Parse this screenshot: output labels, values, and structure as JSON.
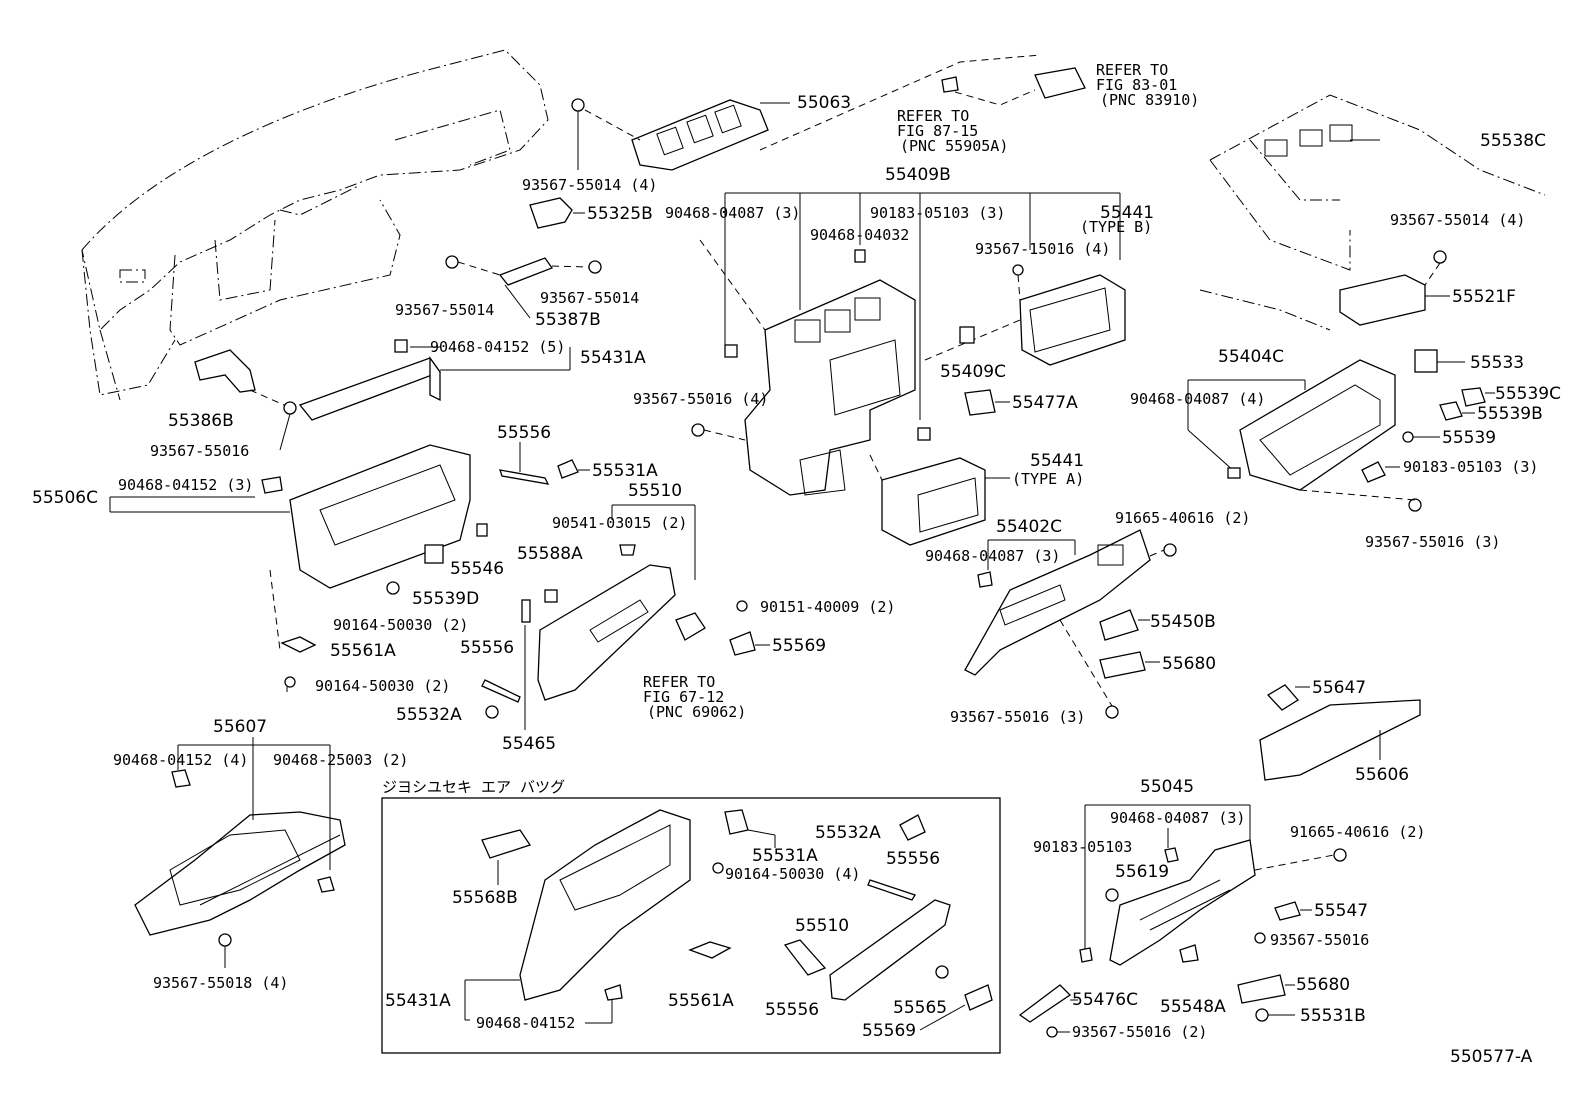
{
  "diagram_code": "550577-A",
  "airbag_box_title": "ジヨシユセキ エア バツグ",
  "labels": {
    "l55063": "55063",
    "l93567_55014_4a": "93567-55014 (4)",
    "l55325B": "55325B",
    "l93567_55014a": "93567-55014",
    "l93567_55014b": "93567-55014",
    "l55387B": "55387B",
    "lRefer8301_1": "REFER TO",
    "lRefer8301_2": "FIG 83-01",
    "lRefer8301_3": "(PNC 83910)",
    "lRefer8715_1": "REFER TO",
    "lRefer8715_2": "FIG 87-15",
    "lRefer8715_3": "(PNC 55905A)",
    "l55409B": "55409B",
    "l90468_04087_3a": "90468-04087 (3)",
    "l90183_05103_3a": "90183-05103 (3)",
    "l90468_04032": "90468-04032",
    "l55441B": "55441",
    "l55441B_type": "(TYPE B)",
    "l93567_15016_4": "93567-15016 (4)",
    "l55409C": "55409C",
    "l55477A": "55477A",
    "l55441A": "55441",
    "l55441A_type": "(TYPE A)",
    "l93567_55016_4": "93567-55016 (4)",
    "l55538C": "55538C",
    "l93567_55014_4b": "93567-55014 (4)",
    "l55521F": "55521F",
    "l55404C": "55404C",
    "l90468_04087_4": "90468-04087 (4)",
    "l55533": "55533",
    "l55539C": "55539C",
    "l55539B": "55539B",
    "l55539": "55539",
    "l90183_05103_3b": "90183-05103 (3)",
    "l93567_55016_3a": "93567-55016 (3)",
    "l90468_04152_5": "90468-04152 (5)",
    "l55431A": "55431A",
    "l55386B": "55386B",
    "l93567_55016a": "93567-55016",
    "l55556a": "55556",
    "l55531A": "55531A",
    "l55510": "55510",
    "l90541_03015_2": "90541-03015 (2)",
    "l55506C": "55506C",
    "l90468_04152_3": "90468-04152 (3)",
    "l55546": "55546",
    "l55539D": "55539D",
    "l55588A": "55588A",
    "l90164_50030_2a": "90164-50030 (2)",
    "l55561A": "55561A",
    "l90164_50030_2b": "90164-50030 (2)",
    "l55556b": "55556",
    "l55532A": "55532A",
    "l55465": "55465",
    "l90151_40009_2": "90151-40009 (2)",
    "l55569": "55569",
    "lRefer6712_1": "REFER TO",
    "lRefer6712_2": "FIG 67-12",
    "lRefer6712_3": "(PNC 69062)",
    "l55402C": "55402C",
    "l91665_40616_2a": "91665-40616 (2)",
    "l90468_04087_3b": "90468-04087 (3)",
    "l55450B": "55450B",
    "l55680a": "55680",
    "l93567_55016_3b": "93567-55016 (3)",
    "l55647": "55647",
    "l55606": "55606",
    "l55607": "55607",
    "l90468_04152_4": "90468-04152 (4)",
    "l90468_25003_2": "90468-25003 (2)",
    "l93567_55018_4": "93567-55018 (4)",
    "l55568B": "55568B",
    "l55531A_b": "55531A",
    "l55532A_b": "55532A",
    "l90164_50030_4": "90164-50030 (4)",
    "l55556c": "55556",
    "l55510b": "55510",
    "l55431A_b": "55431A",
    "l90468_04152": "90468-04152",
    "l55561A_b": "55561A",
    "l55556d": "55556",
    "l55565": "55565",
    "l55569b": "55569",
    "l55045": "55045",
    "l90468_04087_3c": "90468-04087 (3)",
    "l90183_05103": "90183-05103",
    "l91665_40616_2b": "91665-40616 (2)",
    "l55619": "55619",
    "l55547": "55547",
    "l93567_55016b": "93567-55016",
    "l55680b": "55680",
    "l55476C": "55476C",
    "l55548A": "55548A",
    "l55531B": "55531B",
    "l93567_55016_2": "93567-55016 (2)"
  }
}
